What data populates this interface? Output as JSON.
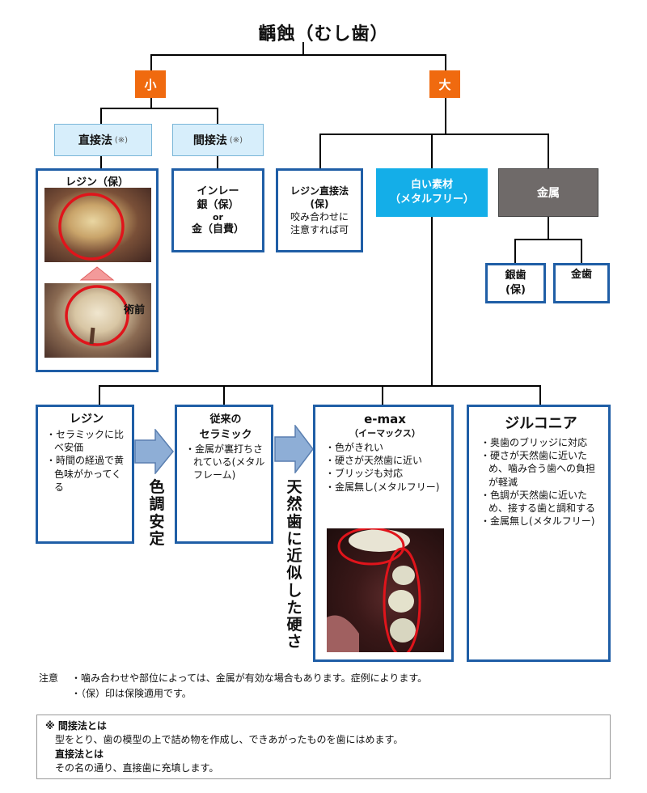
{
  "title": "齲蝕（むし歯）",
  "size_small": "小",
  "size_large": "大",
  "direct_method": {
    "label": "直接法",
    "note": "(※)"
  },
  "indirect_method": {
    "label": "間接法",
    "note": "(※)"
  },
  "resin_box": {
    "title": "レジン（保）",
    "photo_label": "術前"
  },
  "inlay_box": {
    "line1": "インレー",
    "line2": "銀（保）",
    "line3": "or",
    "line4": "金（自費）"
  },
  "resin_direct_box": {
    "line1": "レジン直接法",
    "line2": "(保)",
    "line3": "咬み合わせに",
    "line4": "注意すれば可"
  },
  "white_material": {
    "line1": "白い素材",
    "line2": "（メタルフリー）"
  },
  "metal": "金属",
  "silver_tooth": {
    "line1": "銀歯",
    "line2": "(保)"
  },
  "gold_tooth": "金歯",
  "resin_card": {
    "title": "レジン",
    "items": [
      "セラミックに比べ安価",
      "時間の経過で黄色味がかってくる"
    ]
  },
  "ceramic_card": {
    "title1": "従来の",
    "title2": "セラミック",
    "items": [
      "金属が裏打ちされている(メタルフレーム)"
    ]
  },
  "emax_card": {
    "title": "e-max",
    "subtitle": "（イーマックス）",
    "items": [
      "色がきれい",
      "硬さが天然歯に近い",
      "ブリッジも対応",
      "金属無し(メタルフリー)"
    ]
  },
  "zirconia_card": {
    "title": "ジルコニア",
    "items": [
      "奥歯のブリッジに対応",
      "硬さが天然歯に近いため、噛み合う歯への負担が軽減",
      "色調が天然歯に近いため、接する歯と調和する",
      "金属無し(メタルフリー)"
    ]
  },
  "arrow1_text": "色調安定",
  "arrow2_text": "天然歯に近似した硬さ",
  "notes": {
    "label": "注意",
    "items": [
      "・噛み合わせや部位によっては、金属が有効な場合もあります。症例によります。",
      "・（保）印は保険適用です。"
    ]
  },
  "definitions": {
    "indirect_title": "※ 間接法とは",
    "indirect_desc": "型をとり、歯の模型の上で詰め物を作成し、できあがったものを歯にはめます。",
    "direct_title": "直接法とは",
    "direct_desc": "その名の通り、直接歯に充填します。"
  },
  "colors": {
    "accent_orange": "#f06a0f",
    "box_border": "#1f5ea6",
    "cyan": "#14aee8",
    "metal_grey": "#6f6a69",
    "highlight_red": "#e0141b"
  }
}
